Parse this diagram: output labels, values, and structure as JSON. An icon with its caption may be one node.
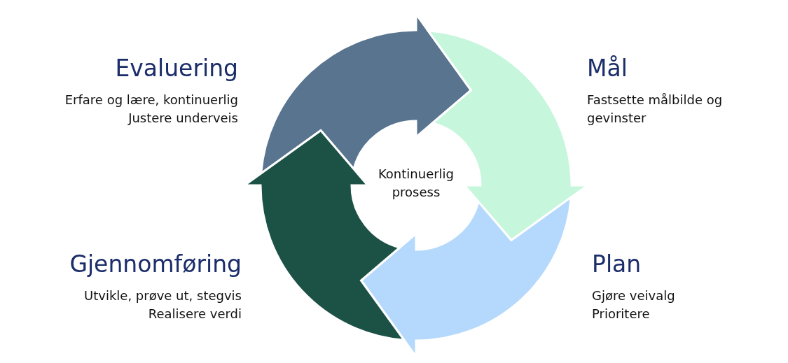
{
  "diagram": {
    "nodes": [
      {
        "text": [
          "Evaluering",
          "Erfare og lære, kontinuerlig",
          "Justere underveis"
        ]
      },
      {
        "text": [
          "Mål",
          "Fastsette målbilde og gevinster"
        ]
      },
      {
        "text": [
          "Gjennomføring",
          "Utvikle, prøve ut, stegvis",
          "Realisere verdi"
        ]
      },
      {
        "text": [
          "Plan",
          "Gjøre veivalg",
          "Prioritere"
        ]
      }
    ],
    "edges": [
      {
        "from": 0,
        "to": 1,
        "arrow": "to",
        "style": "thick",
        "color": "#58748f"
      },
      {
        "from": 1,
        "to": 3,
        "arrow": "to",
        "style": "thick",
        "color": "#c6f6dc"
      },
      {
        "from": 3,
        "to": 2,
        "arrow": "to",
        "style": "thick",
        "color": "#b5d9fc"
      },
      {
        "from": 2,
        "to": 0,
        "arrow": "to",
        "style": "thick",
        "color": "#1c5246"
      }
    ],
    "labels": [
      "Kontinuerlig prosess"
    ]
  }
}
